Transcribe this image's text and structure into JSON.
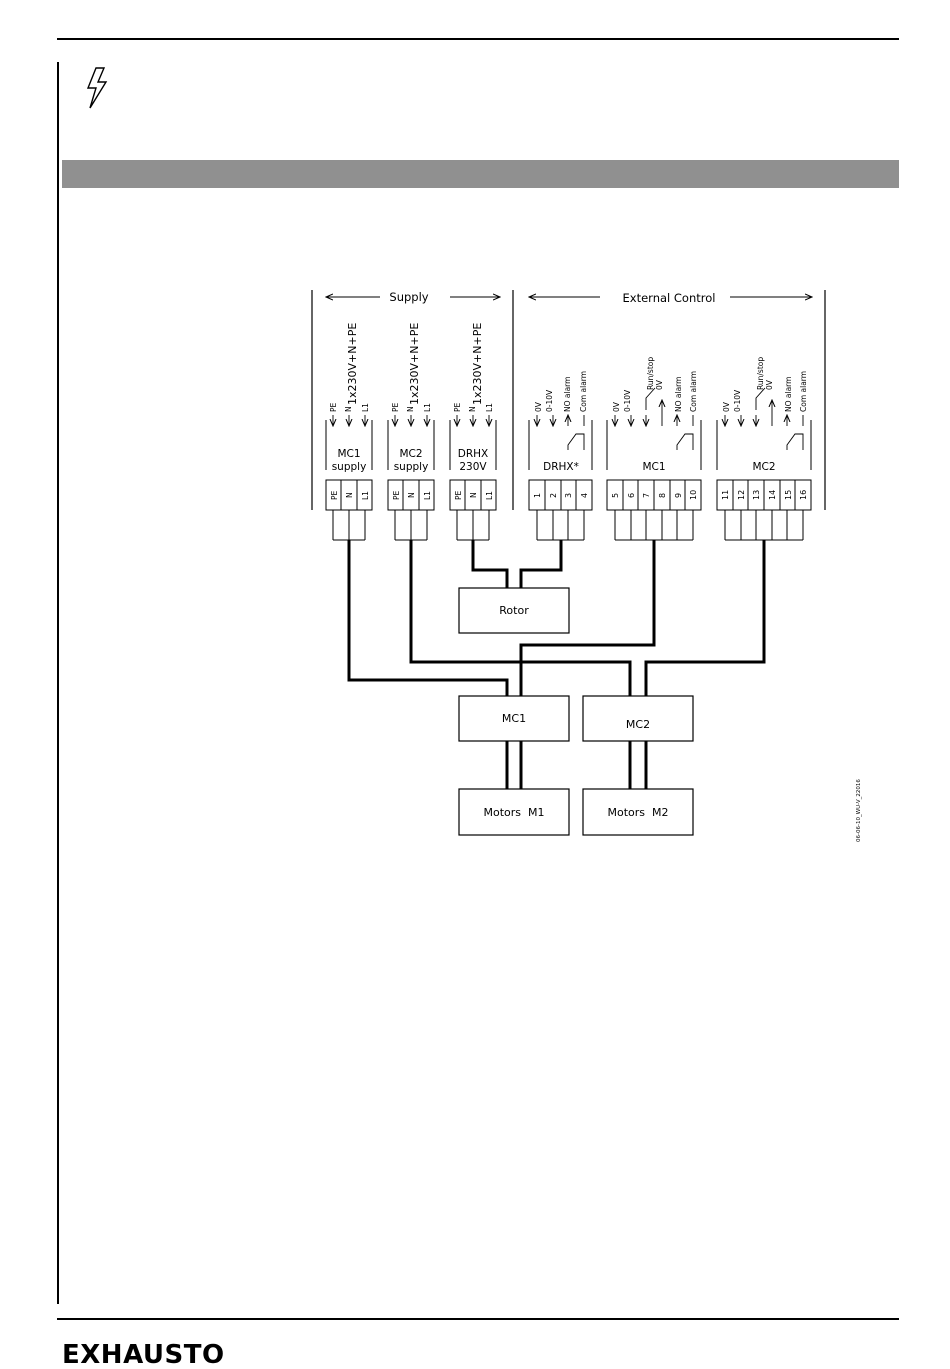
{
  "diagram": {
    "supply_header": "Supply",
    "external_header": "External Control",
    "voltage_label": "1x230V+N+PE",
    "supply_terminals": [
      "PE",
      "N",
      "L1"
    ],
    "supply_blocks": [
      {
        "label_line1": "MC1",
        "label_line2": "supply"
      },
      {
        "label_line1": "MC2",
        "label_line2": "supply"
      },
      {
        "label_line1": "DRHX",
        "label_line2": "230V"
      }
    ],
    "drhx_signals": [
      "0V",
      "0-10V",
      "NO alarm",
      "Com alarm"
    ],
    "mc_signals": [
      "0V",
      "0-10V",
      "Run/stop",
      "0V",
      "NO alarm",
      "Com alarm"
    ],
    "control_blocks": [
      {
        "label": "DRHX*",
        "terminals": [
          "1",
          "2",
          "3",
          "4"
        ]
      },
      {
        "label": "MC1",
        "terminals": [
          "5",
          "6",
          "7",
          "8",
          "9",
          "10"
        ]
      },
      {
        "label": "MC2",
        "terminals": [
          "11",
          "12",
          "13",
          "14",
          "15",
          "16"
        ]
      }
    ],
    "boxes": {
      "rotor": "Rotor",
      "mc1": "MC1",
      "mc2": "MC2",
      "motors_m1": "Motors  M1",
      "motors_m2": "Motors  M2"
    },
    "drawing_number": "06-06-10_WU-V_22016"
  },
  "footer": {
    "logo_text": "EXHAUSTO"
  }
}
